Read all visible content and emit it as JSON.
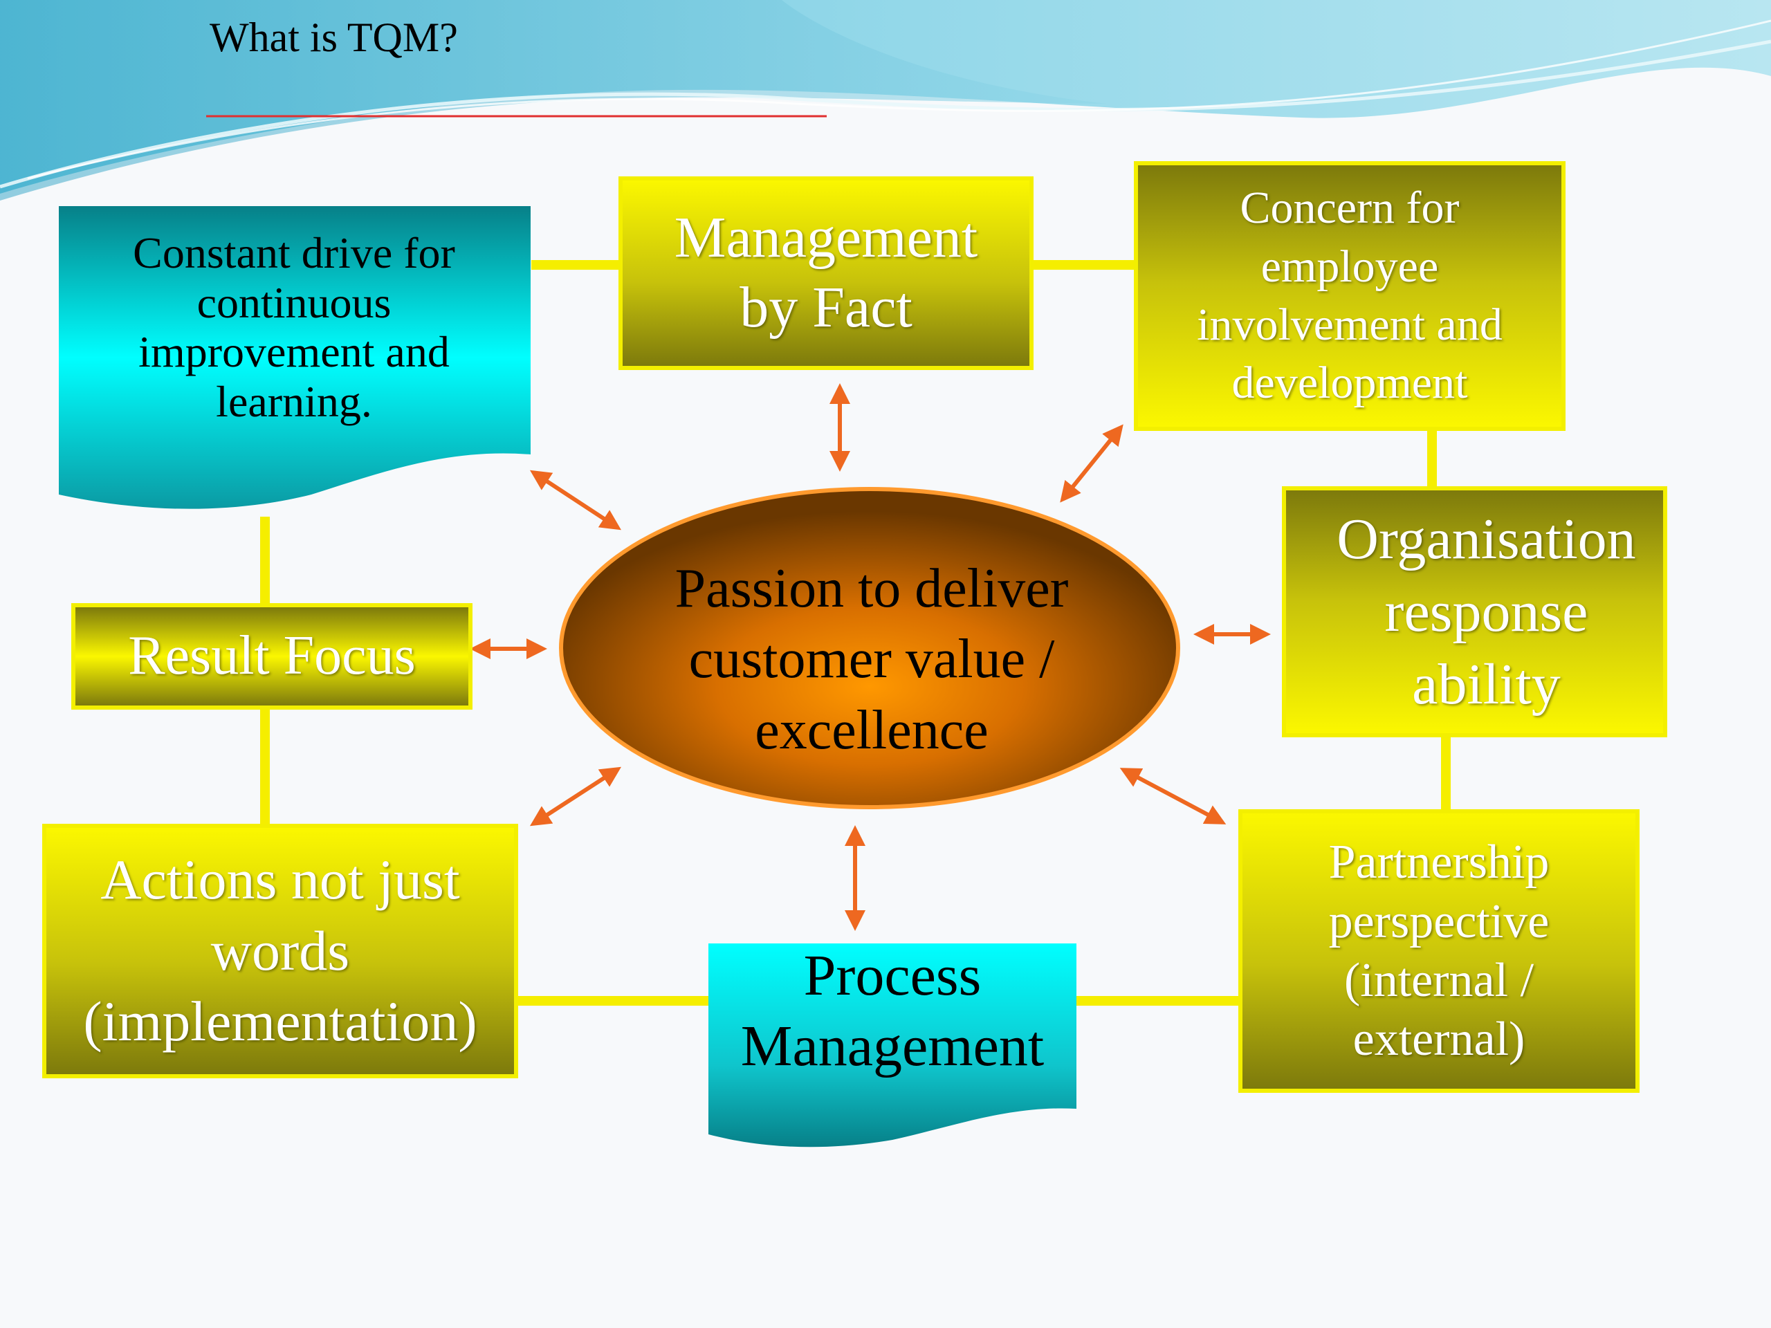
{
  "slide": {
    "title": "What is TQM?"
  },
  "diagram": {
    "center": "Passion to deliver customer value / excellence",
    "nodes": {
      "continuous_improvement": "Constant drive for continuous improvement and learning.",
      "management_by_fact": "Management by Fact",
      "employee_involvement": "Concern for employee involvement and development",
      "organisation_response": "Organisation response ability",
      "result_focus": "Result Focus",
      "actions": "Actions not just words (implementation)",
      "process_management": "Process Management",
      "partnership": "Partnership perspective (internal / external)"
    }
  },
  "colors": {
    "connector": "#f5ee00",
    "arrow": "#ee6820",
    "cyan_box": "#00ffff",
    "yellow_box": "#fbf700",
    "ellipse_center": "#ff9500",
    "ellipse_edge": "#6e3a00"
  }
}
